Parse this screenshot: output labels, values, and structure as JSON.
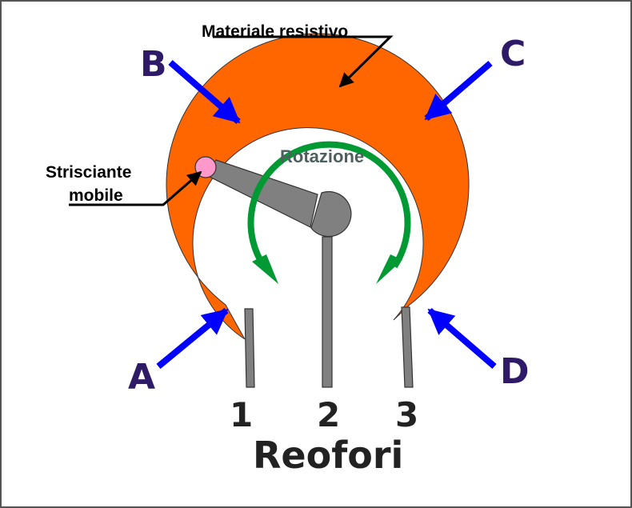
{
  "labels": {
    "material": "Materiale resistivo",
    "wiper_line1": "Strisciante",
    "wiper_line2": "mobile",
    "rotation": "Rotazione",
    "leads_title": "Reofori"
  },
  "points": {
    "a": "A",
    "b": "B",
    "c": "C",
    "d": "D"
  },
  "pins": {
    "p1": "1",
    "p2": "2",
    "p3": "3"
  },
  "colors": {
    "track": "#ff6600",
    "pointer_arrows": "#0000ff",
    "rotation_arrow": "#009933",
    "wiper_tip": "#ff99cc",
    "metal": "#808080",
    "letters": "#2e1a66",
    "rotation_text": "#4d5f5f"
  }
}
